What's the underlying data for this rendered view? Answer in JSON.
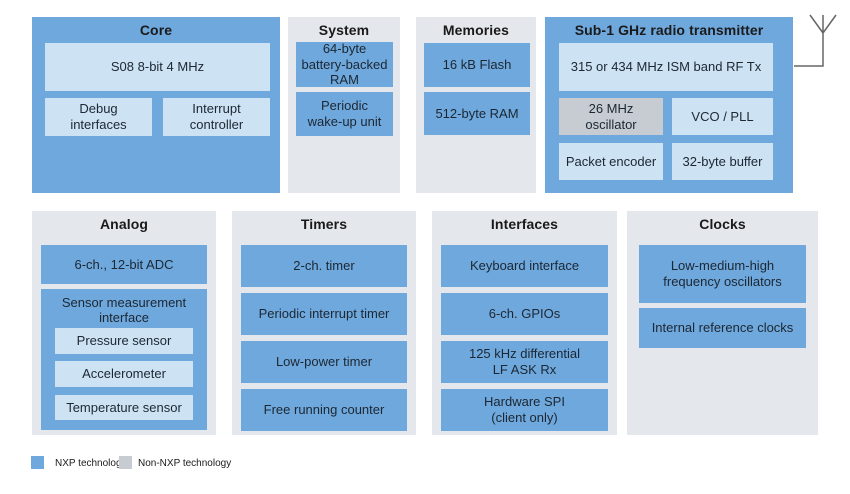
{
  "palette": {
    "nxp_blue": "#6FA8DC",
    "light_blue": "#CDE3F4",
    "panel_gray": "#E4E8EC",
    "non_nxp_gray": "#C6CCD2",
    "text": "#1C2733",
    "title_text": "#1A1A1A",
    "line": "#666666"
  },
  "blocks": {
    "core": {
      "title": "Core",
      "cpu": "S08 8-bit 4 MHz",
      "debug": "Debug\ninterfaces",
      "interrupt": "Interrupt\ncontroller"
    },
    "system": {
      "title": "System",
      "battery_ram": "64-byte\nbattery-backed\nRAM",
      "wakeup": "Periodic\nwake-up unit"
    },
    "memories": {
      "title": "Memories",
      "flash": "16 kB Flash",
      "ram": "512-byte RAM"
    },
    "radio": {
      "title": "Sub-1 GHz radio transmitter",
      "rf_tx": "315 or 434 MHz ISM band RF Tx",
      "oscillator": "26 MHz\noscillator",
      "vco": "VCO / PLL",
      "packet_encoder": "Packet encoder",
      "buffer": "32-byte buffer"
    },
    "analog": {
      "title": "Analog",
      "adc": "6-ch., 12-bit ADC",
      "smi_label": "Sensor measurement\ninterface",
      "pressure": "Pressure sensor",
      "accelerometer": "Accelerometer",
      "temperature": "Temperature sensor"
    },
    "timers": {
      "title": "Timers",
      "items": [
        "2-ch. timer",
        "Periodic interrupt timer",
        "Low-power timer",
        "Free running counter"
      ]
    },
    "interfaces": {
      "title": "Interfaces",
      "items": [
        "Keyboard interface",
        "6-ch. GPIOs",
        "125 kHz differential\nLF ASK Rx",
        "Hardware SPI\n(client only)"
      ]
    },
    "clocks": {
      "title": "Clocks",
      "osc": "Low-medium-high\nfrequency oscillators",
      "ref": "Internal reference clocks"
    }
  },
  "legend": {
    "nxp": "NXP technology",
    "non_nxp": "Non-NXP technology"
  }
}
